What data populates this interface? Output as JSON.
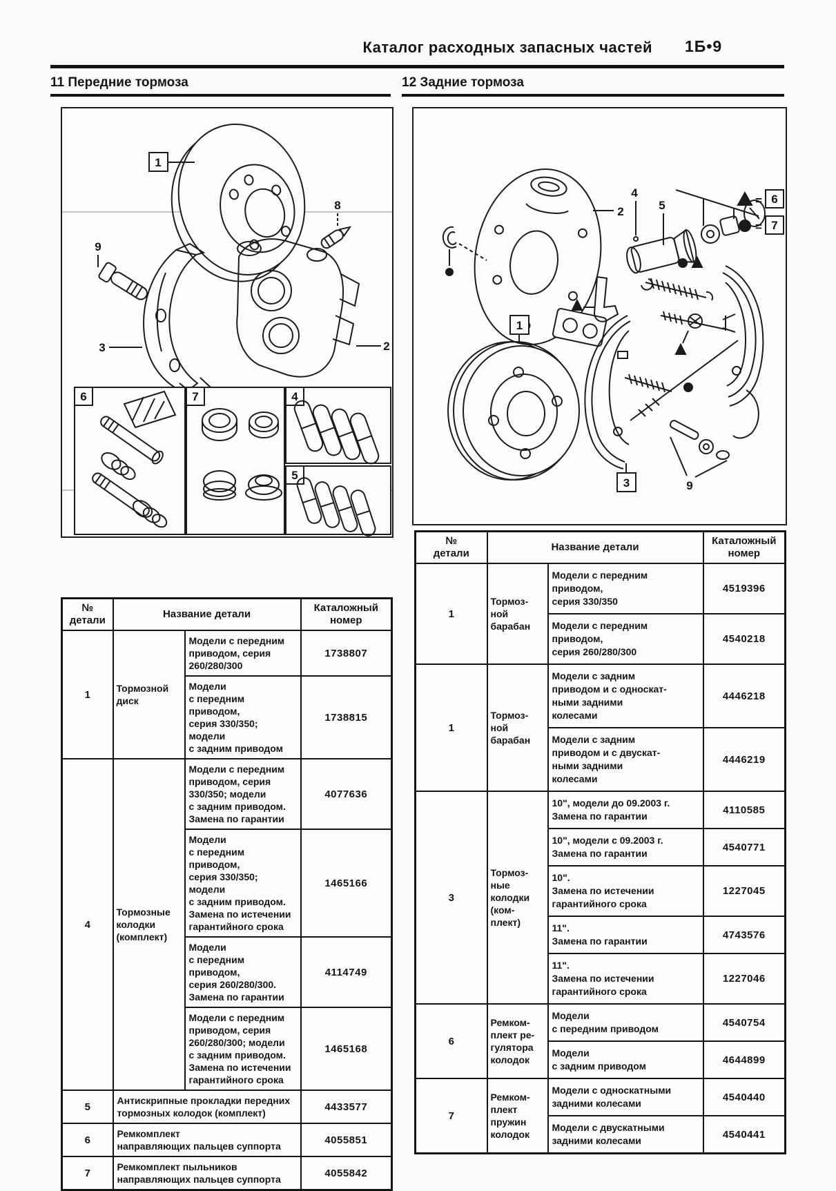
{
  "page": {
    "header_title": "Каталог расходных запасных частей",
    "page_number": "1Б•9"
  },
  "front_section": {
    "title": "11 Передние тормоза"
  },
  "rear_section": {
    "title": "12 Задние тормоза"
  },
  "front_diagram": {
    "labels": {
      "disc": "1",
      "caliper": "2",
      "bracket": "3",
      "guide_bolt": "9",
      "bleeder": "8",
      "kit_pins": "6",
      "kit_bushings": "7",
      "pads_outer": "4",
      "pads_inner": "5"
    }
  },
  "rear_diagram": {
    "labels": {
      "drum": "1",
      "backing_plate": "2",
      "shoes": "3",
      "bleeder": "4",
      "wheel_cylinder": "5",
      "pin_kit": "9",
      "legend_eq": "=",
      "legend_triangle": "6",
      "legend_circle": "7"
    }
  },
  "front_table": {
    "headers": {
      "num": "№\nдетали",
      "name": "Название детали",
      "catalog": "Каталожный\nномер"
    },
    "groups": [
      {
        "num": "1",
        "name": "Тормозной\nдиск",
        "variants": [
          {
            "desc": "Модели с передним\nприводом, серия\n260/280/300",
            "code": "1738807"
          },
          {
            "desc": "Модели\nс передним приводом,\nсерия 330/350; модели\nс задним приводом",
            "code": "1738815"
          }
        ]
      },
      {
        "num": "4",
        "name": "Тормозные\nколодки\n(комплект)",
        "variants": [
          {
            "desc": "Модели с передним\nприводом, серия\n330/350; модели\nс задним приводом.\nЗамена по гарантии",
            "code": "4077636"
          },
          {
            "desc": "Модели\nс передним приводом,\nсерия 330/350; модели\nс задним приводом.\nЗамена по истечении\nгарантийного срока",
            "code": "1465166"
          },
          {
            "desc": "Модели\nс передним приводом,\nсерия 260/280/300.\nЗамена по гарантии",
            "code": "4114749"
          },
          {
            "desc": "Модели с передним\nприводом, серия\n260/280/300; модели\nс задним приводом.\nЗамена по истечении\nгарантийного срока",
            "code": "1465168"
          }
        ]
      }
    ],
    "rows": [
      {
        "num": "5",
        "name": "Антискрипные прокладки передних\nтормозных колодок (комплект)",
        "code": "4433577"
      },
      {
        "num": "6",
        "name": "Ремкомплект\nнаправляющих пальцев суппорта",
        "code": "4055851"
      },
      {
        "num": "7",
        "name": "Ремкомплект пыльников\nнаправляющих пальцев суппорта",
        "code": "4055842"
      }
    ]
  },
  "rear_table": {
    "headers": {
      "num": "№\nдетали",
      "name": "Название детали",
      "catalog": "Каталожный\nномер"
    },
    "groups": [
      {
        "num": "1",
        "name": "Тормоз-\nной\nбарабан",
        "variants": [
          {
            "desc": "Модели с передним\nприводом,\nсерия 330/350",
            "code": "4519396"
          },
          {
            "desc": "Модели с передним\nприводом,\nсерия 260/280/300",
            "code": "4540218"
          }
        ]
      },
      {
        "num": "1",
        "name": "Тормоз-\nной\nбарабан",
        "variants": [
          {
            "desc": "Модели с задним\nприводом и с односкат-\nными задними\nколесами",
            "code": "4446218"
          },
          {
            "desc": "Модели с задним\nприводом и с двускат-\nными задними\nколесами",
            "code": "4446219"
          }
        ]
      },
      {
        "num": "3",
        "name": "Тормоз-\nные\nколодки\n(ком-\nплект)",
        "variants": [
          {
            "desc": "10\", модели до 09.2003 г.\nЗамена по гарантии",
            "code": "4110585"
          },
          {
            "desc": "10\", модели с 09.2003 г.\nЗамена по гарантии",
            "code": "4540771"
          },
          {
            "desc": "10\".\nЗамена по истечении\nгарантийного срока",
            "code": "1227045"
          },
          {
            "desc": "11\".\nЗамена по гарантии",
            "code": "4743576"
          },
          {
            "desc": "11\".\nЗамена по истечении\nгарантийного срока",
            "code": "1227046"
          }
        ]
      },
      {
        "num": "6",
        "name": "Ремком-\nплект ре-\nгулятора\nколодок",
        "variants": [
          {
            "desc": "Модели\nс передним приводом",
            "code": "4540754"
          },
          {
            "desc": "Модели\nс задним приводом",
            "code": "4644899"
          }
        ]
      },
      {
        "num": "7",
        "name": "Ремком-\nплект\nпружин\nколодок",
        "variants": [
          {
            "desc": "Модели с односкатными\nзадними колесами",
            "code": "4540440"
          },
          {
            "desc": "Модели с двускатными\nзадними колесами",
            "code": "4540441"
          }
        ]
      }
    ]
  }
}
